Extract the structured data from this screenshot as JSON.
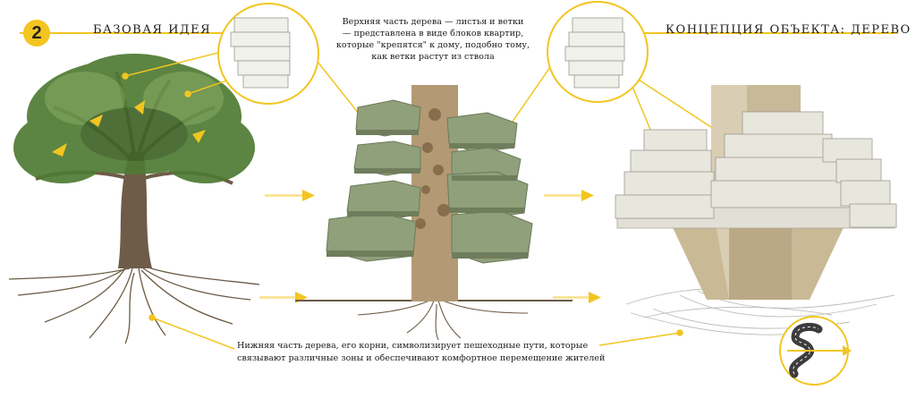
{
  "header": {
    "step_number": "2",
    "left_title": "БАЗОВАЯ ИДЕЯ",
    "right_title": "КОНЦЕПЦИЯ ОБЪЕКТА: ДЕРЕВО"
  },
  "captions": {
    "top": [
      "Верхняя часть дерева — листья и ветки",
      "— представлена в виде блоков квартир,",
      "которые \"крепятся\" к дому, подобно тому,",
      "как ветки растут из ствола"
    ],
    "bottom": [
      "Нижняя часть дерева, его корни, символизирует пешеходные пути, которые",
      "связывают различные зоны и обеспечивают комфортное перемещение жителей"
    ]
  },
  "colors": {
    "accent": "#f2c521",
    "foliage": "#8fa07a",
    "trunk": "#b39a74",
    "tree_leaves": "#4f7a33",
    "building_block": "#e6e6dc"
  },
  "icons": [
    "road-icon",
    "arrow-icon"
  ]
}
